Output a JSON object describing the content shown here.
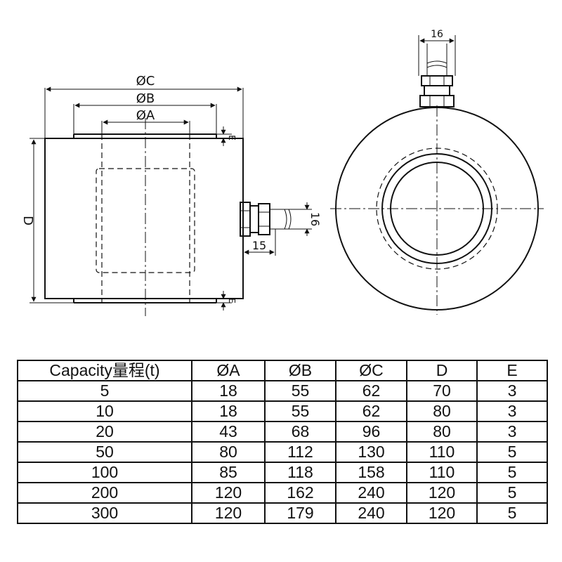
{
  "drawing": {
    "side_view": {
      "dim_c": "ØC",
      "dim_b": "ØB",
      "dim_a": "ØA",
      "dim_d": "D",
      "dim_e_top": "E",
      "dim_e_bottom": "E",
      "cable_dia": "16",
      "cable_len": "15"
    },
    "top_view": {
      "cable_width": "16"
    }
  },
  "table": {
    "headers": [
      "Capacity量程(t)",
      "ØA",
      "ØB",
      "ØC",
      "D",
      "E"
    ],
    "rows": [
      [
        "5",
        "18",
        "55",
        "62",
        "70",
        "3"
      ],
      [
        "10",
        "18",
        "55",
        "62",
        "80",
        "3"
      ],
      [
        "20",
        "43",
        "68",
        "96",
        "80",
        "3"
      ],
      [
        "50",
        "80",
        "112",
        "130",
        "110",
        "5"
      ],
      [
        "100",
        "85",
        "118",
        "158",
        "110",
        "5"
      ],
      [
        "200",
        "120",
        "162",
        "240",
        "120",
        "5"
      ],
      [
        "300",
        "120",
        "179",
        "240",
        "120",
        "5"
      ]
    ]
  }
}
